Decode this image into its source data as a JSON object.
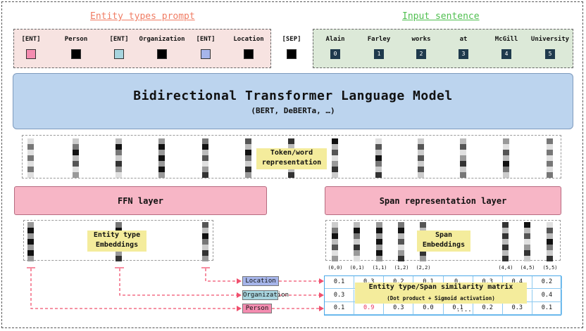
{
  "headings": {
    "prompt": "Entity types prompt",
    "sentence": "Input sentence"
  },
  "colors": {
    "prompt_heading": "#f07c63",
    "sentence_heading": "#6bd66b",
    "person": "#f48cb0",
    "organization": "#a7d4de",
    "location": "#a6b5ea"
  },
  "prompt_tokens": [
    {
      "label": "[ENT]",
      "color": "#f48cb0"
    },
    {
      "label": "Person",
      "color": "#000000"
    },
    {
      "label": "[ENT]",
      "color": "#a7d4de"
    },
    {
      "label": "Organization",
      "color": "#000000"
    },
    {
      "label": "[ENT]",
      "color": "#a6b5ea"
    },
    {
      "label": "Location",
      "color": "#000000"
    }
  ],
  "sep_token": "[SEP]",
  "sentence_tokens": [
    {
      "word": "Alain",
      "index": "0"
    },
    {
      "word": "Farley",
      "index": "1"
    },
    {
      "word": "works",
      "index": "2"
    },
    {
      "word": "at",
      "index": "3"
    },
    {
      "word": "McGill",
      "index": "4"
    },
    {
      "word": "University",
      "index": "5"
    }
  ],
  "model": {
    "title": "Bidirectional Transformer Language Model",
    "subtitle": "(BERT, DeBERTa, …)"
  },
  "token_repr_label": "Token/word representation",
  "ffn_label": "FFN layer",
  "span_layer_label": "Span representation layer",
  "entity_emb_label": "Entity type Embeddings",
  "span_emb_label": "Span Embeddings",
  "span_labels": [
    "(0,0)",
    "(0,1)",
    "(1,1)",
    "(1,2)",
    "(2,2)",
    "(4,4)",
    "(4,5)",
    "(5,5)"
  ],
  "type_tags": [
    "Location",
    "Organization",
    "Person"
  ],
  "matrix": {
    "title": "Entity type/Span similarity matrix",
    "subtitle": "(Dot product + Sigmoid activation)",
    "ellipsis": "....",
    "rows": [
      {
        "cells": [
          "0.1",
          "0.3",
          "0.2",
          "0.1",
          "0.",
          "0.3",
          "0.4",
          "0.2"
        ],
        "highlight": []
      },
      {
        "cells": [
          "0.3",
          "0.2",
          "0.",
          "",
          "",
          "0.1",
          "0.8",
          "0.4"
        ],
        "highlight": [
          6
        ]
      },
      {
        "cells": [
          "0.1",
          "0.9",
          "0.3",
          "0.0",
          "0.1",
          "0.2",
          "0.3",
          "0.1"
        ],
        "highlight": [
          1
        ]
      }
    ]
  }
}
